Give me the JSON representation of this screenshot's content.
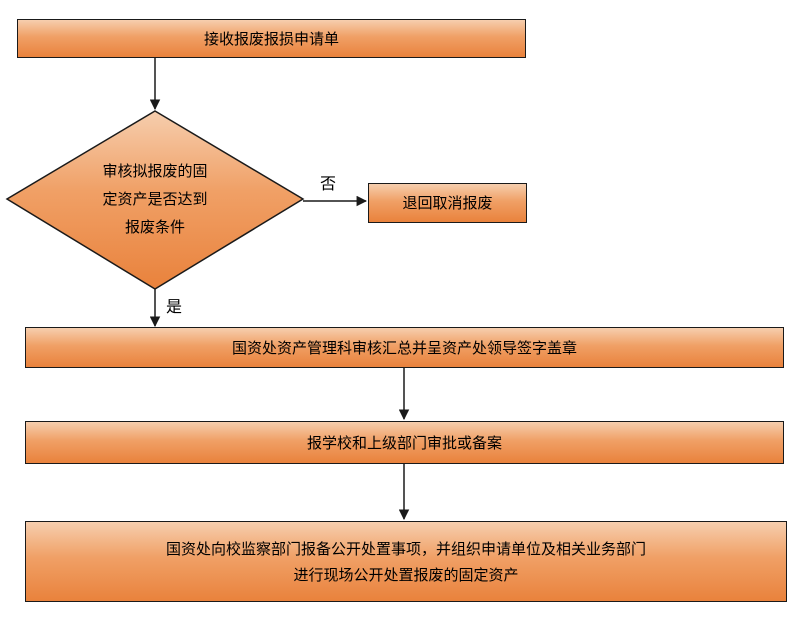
{
  "nodes": {
    "receive": "接收报废报损申请单",
    "decision_lines": [
      "审核拟报废的固",
      "定资产是否达到",
      "报废条件"
    ],
    "reject": "退回取消报废",
    "review": "国资处资产管理科审核汇总并呈资产处领导签字盖章",
    "report": "报学校和上级部门审批或备案",
    "final_lines": [
      "国资处向校监察部门报备公开处置事项，并组织申请单位及相关业务部门",
      "进行现场公开处置报废的固定资产"
    ]
  },
  "edges": {
    "no_label": "否",
    "yes_label": "是"
  },
  "colors": {
    "box_light": "#f6ceae",
    "box_dark": "#e9823c",
    "line": "#1a1a1a"
  }
}
